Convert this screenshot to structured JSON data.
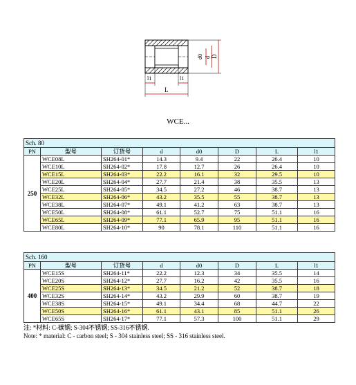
{
  "drawing": {
    "labels": {
      "d0": "d0",
      "d": "d",
      "D": "D",
      "l1_left": "l1",
      "l1_right": "l1",
      "L": "L"
    }
  },
  "title": "WCE...",
  "tables": [
    {
      "schedule": "Sch. 80",
      "headers": [
        "PN",
        "型号",
        "订货号",
        "d",
        "d0",
        "D",
        "L",
        "l1"
      ],
      "pn": "250",
      "rows": [
        {
          "model": "WCE08L",
          "order": "SH264-01*",
          "d": "14.3",
          "d0": "9.4",
          "D": "22",
          "L": "26.4",
          "l1": "10",
          "hl": false
        },
        {
          "model": "WCE10L",
          "order": "SH264-02*",
          "d": "17.8",
          "d0": "12.7",
          "D": "26",
          "L": "26.4",
          "l1": "10",
          "hl": false
        },
        {
          "model": "WCE15L",
          "order": "SH264-03*",
          "d": "22.2",
          "d0": "16.1",
          "D": "32",
          "L": "29.5",
          "l1": "10",
          "hl": true
        },
        {
          "model": "WCE20L",
          "order": "SH264-04*",
          "d": "27.7",
          "d0": "21.4",
          "D": "38",
          "L": "35.5",
          "l1": "13",
          "hl": false
        },
        {
          "model": "WCE25L",
          "order": "SH264-05*",
          "d": "34.5",
          "d0": "27.2",
          "D": "46",
          "L": "38.7",
          "l1": "13",
          "hl": false
        },
        {
          "model": "WCE32L",
          "order": "SH264-06*",
          "d": "43.2",
          "d0": "35.5",
          "D": "55",
          "L": "38.7",
          "l1": "13",
          "hl": true
        },
        {
          "model": "WCE38L",
          "order": "SH264-07*",
          "d": "49.1",
          "d0": "41.2",
          "D": "63",
          "L": "38.7",
          "l1": "13",
          "hl": false
        },
        {
          "model": "WCE50L",
          "order": "SH264-08*",
          "d": "61.1",
          "d0": "52.7",
          "D": "75",
          "L": "51.1",
          "l1": "16",
          "hl": false
        },
        {
          "model": "WCE65L",
          "order": "SH264-09*",
          "d": "77.1",
          "d0": "65.9",
          "D": "95",
          "L": "51.1",
          "l1": "16",
          "hl": true
        },
        {
          "model": "WCE80L",
          "order": "SH264-10*",
          "d": "90",
          "d0": "78.1",
          "D": "110",
          "L": "51.1",
          "l1": "16",
          "hl": false
        }
      ]
    },
    {
      "schedule": "Sch. 160",
      "headers": [
        "PN",
        "型号",
        "订货号",
        "d",
        "d0",
        "D",
        "L",
        "l1"
      ],
      "pn": "400",
      "rows": [
        {
          "model": "WCE15S",
          "order": "SH264-11*",
          "d": "22.2",
          "d0": "12.3",
          "D": "34",
          "L": "35.5",
          "l1": "14",
          "hl": false
        },
        {
          "model": "WCE20S",
          "order": "SH264-12*",
          "d": "27.7",
          "d0": "16.2",
          "D": "42",
          "L": "35.5",
          "l1": "16",
          "hl": false
        },
        {
          "model": "WCE25S",
          "order": "SH264-13*",
          "d": "34.5",
          "d0": "21.2",
          "D": "52",
          "L": "38.7",
          "l1": "18",
          "hl": true
        },
        {
          "model": "WCE32S",
          "order": "SH264-14*",
          "d": "43.2",
          "d0": "29.9",
          "D": "60",
          "L": "38.7",
          "l1": "19",
          "hl": false
        },
        {
          "model": "WCE38S",
          "order": "SH264-15*",
          "d": "49.1",
          "d0": "34.4",
          "D": "68",
          "L": "44.7",
          "l1": "22",
          "hl": false
        },
        {
          "model": "WCE50S",
          "order": "SH264-16*",
          "d": "61.1",
          "d0": "43.1",
          "D": "85",
          "L": "51.1",
          "l1": "26",
          "hl": true
        },
        {
          "model": "WCE65S",
          "order": "SH264-17*",
          "d": "77.1",
          "d0": "57.3",
          "D": "100",
          "L": "51.1",
          "l1": "29",
          "hl": false
        }
      ]
    }
  ],
  "notes": {
    "cn": "注: *材料: C-碳钢; S-304不锈钢; SS-316不锈钢.",
    "en": "Note: * material: C - carbon steel; S - 304 stainless steel; SS - 316 stainless steel."
  },
  "colors": {
    "header_bg": "#d9f5fa",
    "highlight_bg": "#fff8a8",
    "dimension_line": "#d00000"
  }
}
